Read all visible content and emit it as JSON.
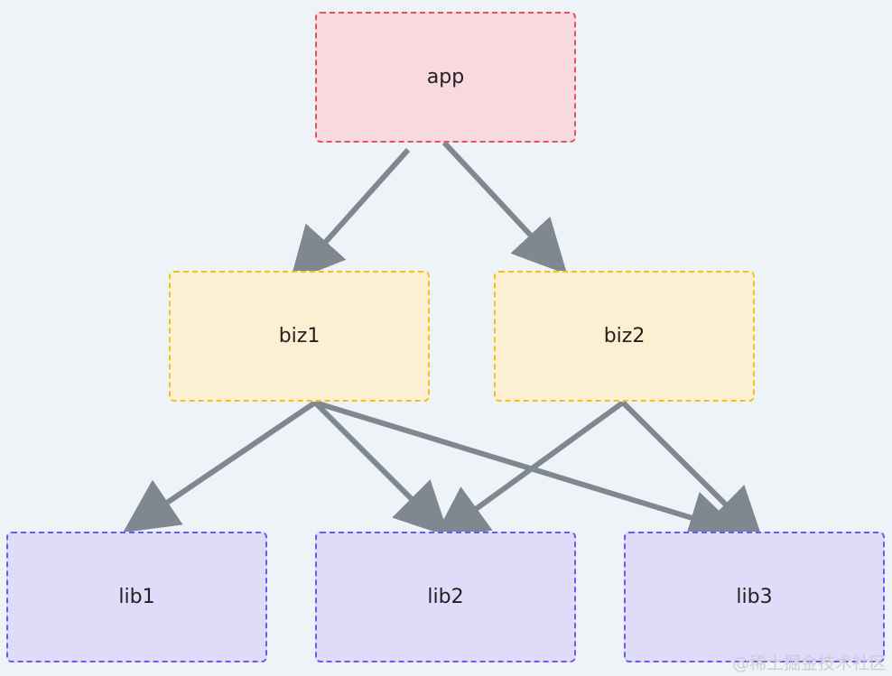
{
  "nodes": {
    "app": "app",
    "biz1": "biz1",
    "biz2": "biz2",
    "lib1": "lib1",
    "lib2": "lib2",
    "lib3": "lib3"
  },
  "edges": [
    {
      "from": "app",
      "to": "biz1"
    },
    {
      "from": "app",
      "to": "biz2"
    },
    {
      "from": "biz1",
      "to": "lib1"
    },
    {
      "from": "biz1",
      "to": "lib2"
    },
    {
      "from": "biz1",
      "to": "lib3"
    },
    {
      "from": "biz2",
      "to": "lib2"
    },
    {
      "from": "biz2",
      "to": "lib3"
    }
  ],
  "watermark": "@稀土掘金技术社区",
  "colors": {
    "background": "#eef3f8",
    "app_fill": "#f8d9df",
    "app_border": "#e0545f",
    "biz_fill": "#fdf0d2",
    "biz_border": "#f3c11b",
    "lib_fill": "#e0dbf8",
    "lib_border": "#6c5bf0",
    "arrow": "#7f8890"
  }
}
